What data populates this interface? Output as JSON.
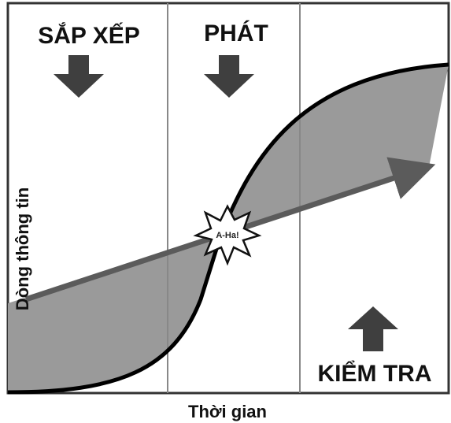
{
  "phases": {
    "sort": "SẮP XẾP",
    "discover": "PHÁT",
    "test": "KIỂM TRA"
  },
  "axes": {
    "x_label": "Thời gian",
    "y_label": "Dòng thông tin"
  },
  "burst": {
    "label": "A-Ha!"
  },
  "colors": {
    "background": "#ffffff",
    "fill_gray": "#9a9a9a",
    "curve": "#000000",
    "trend_arrow": "#5b5b5b",
    "phase_arrow": "#3f3f3f",
    "divider": "#888888",
    "frame": "#333333"
  }
}
